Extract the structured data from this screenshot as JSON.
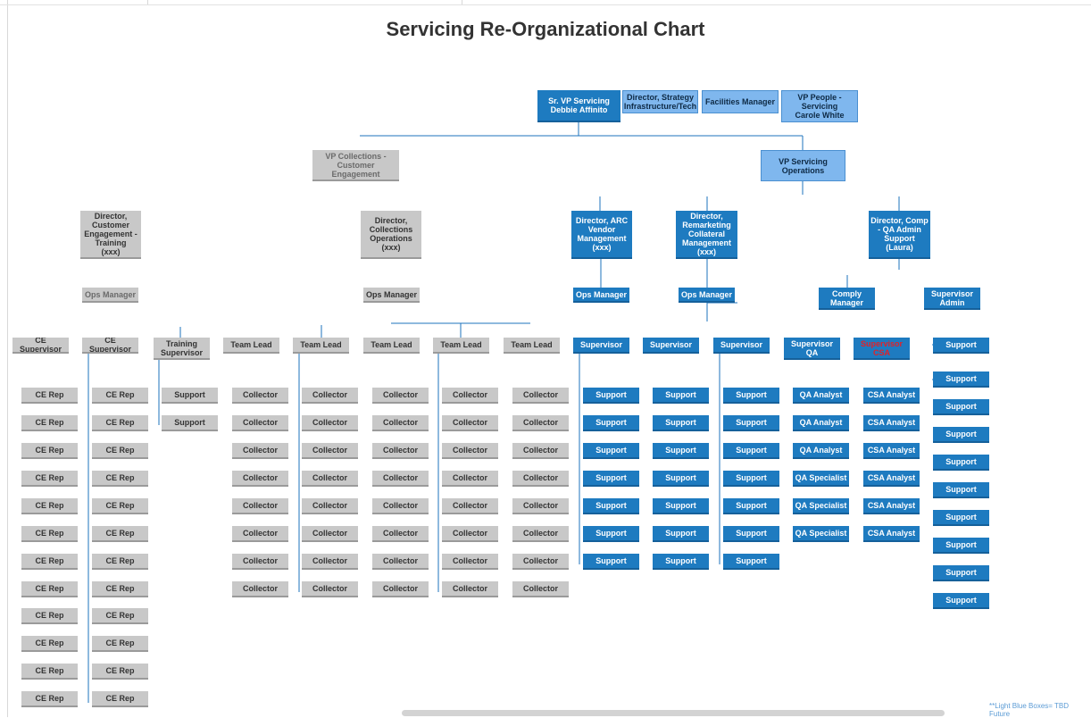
{
  "title": "Servicing Re-Organizational Chart",
  "footnote": "**Light Blue Boxes= TBD Future",
  "colors": {
    "gray": "#c8c8c8",
    "blue": "#1e7bc0",
    "light_blue": "#7fb7ee",
    "line": "#1e73be",
    "red_text": "#e0222a"
  },
  "exec": {
    "sr_vp": "Sr. VP Servicing\nDebbie Affinito",
    "dir_strategy": "Director, Strategy\nInfrastructure/Tech",
    "facilities": "Facilities Manager",
    "vp_people": "VP People -\nServicing\nCarole White"
  },
  "vps": {
    "collections": "VP Collections -\nCustomer Engagement",
    "operations": "VP Servicing\nOperations"
  },
  "directors": [
    "Director,\nCustomer\nEngagement -\nTraining\n(xxx)",
    "Director,\nCollections\nOperations\n(xxx)",
    "Director, ARC\nVendor\nManagement\n(xxx)",
    "Director,\nRemarketing\nCollateral\nManagement\n(xxx)",
    "Director, Comp\n- QA Admin\nSupport\n(Laura)"
  ],
  "managers": {
    "ops_manager": "Ops Manager",
    "comply_manager": "Comply\nManager",
    "supervisor_admin": "Supervisor\nAdmin"
  },
  "supervisors": {
    "ce_supervisor": "CE Supervisor",
    "training_supervisor": "Training\nSupervisor",
    "team_lead": "Team Lead",
    "supervisor": "Supervisor",
    "supervisor_qa": "Supervisor\nQA",
    "supervisor_csa": "Supervisor\nCSA"
  },
  "roles": {
    "ce_rep": "CE Rep",
    "support": "Support",
    "collector": "Collector",
    "qa_analyst": "QA Analyst",
    "qa_specialist": "QA Specialist",
    "csa_analyst": "CSA Analyst"
  }
}
